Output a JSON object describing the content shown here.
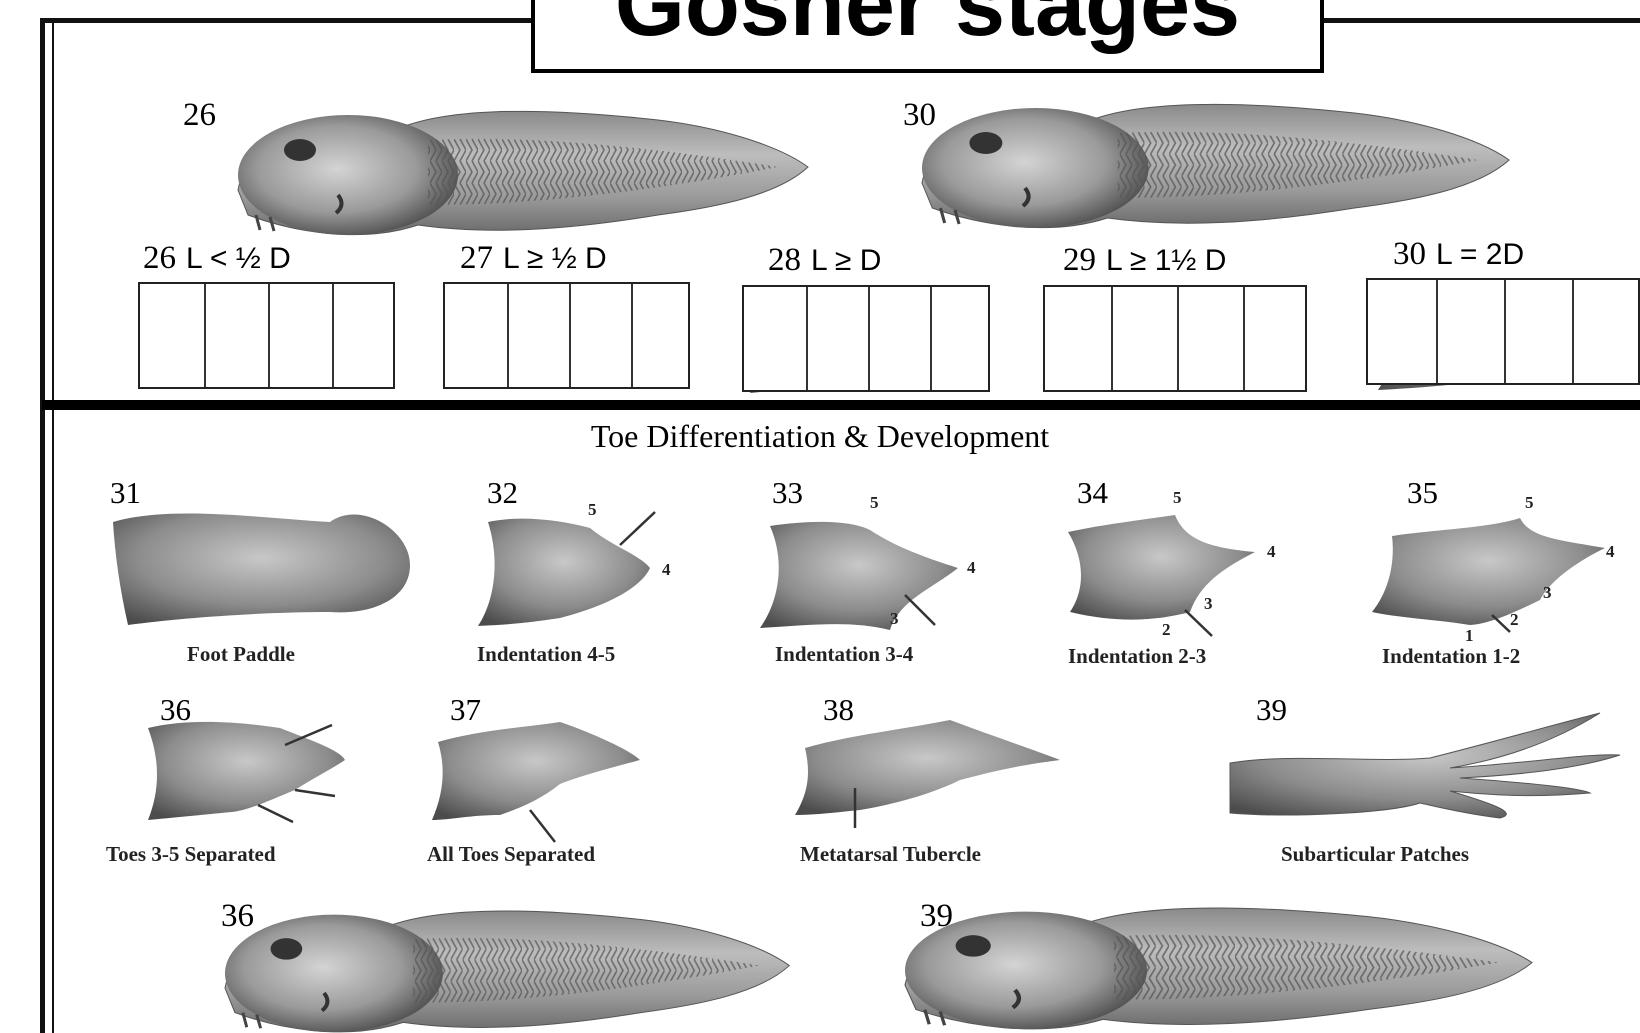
{
  "title": "Gosner stages",
  "top_tadpoles": [
    "26",
    "30"
  ],
  "limb_bud_stages": [
    {
      "stage": "26",
      "rule": "L < ½ D"
    },
    {
      "stage": "27",
      "rule": "L ≥ ½ D"
    },
    {
      "stage": "28",
      "rule": "L ≥ D"
    },
    {
      "stage": "29",
      "rule": "L ≥ 1½ D"
    },
    {
      "stage": "30",
      "rule": "L = 2D"
    }
  ],
  "toe_section_title": "Toe Differentiation & Development",
  "toe_stages_row1": [
    {
      "stage": "31",
      "caption": "Foot Paddle"
    },
    {
      "stage": "32",
      "caption": "Indentation 4-5"
    },
    {
      "stage": "33",
      "caption": "Indentation 3-4"
    },
    {
      "stage": "34",
      "caption": "Indentation 2-3"
    },
    {
      "stage": "35",
      "caption": "Indentation 1-2"
    }
  ],
  "toe_stages_row2": [
    {
      "stage": "36",
      "caption": "Toes 3-5 Separated"
    },
    {
      "stage": "37",
      "caption": "All Toes Separated"
    },
    {
      "stage": "38",
      "caption": "Metatarsal Tubercle"
    },
    {
      "stage": "39",
      "caption": "Subarticular Patches"
    }
  ],
  "bottom_tadpoles": [
    "36",
    "39"
  ],
  "toe_numbers": {
    "s32": [
      "5",
      "4"
    ],
    "s33": [
      "5",
      "4",
      "3"
    ],
    "s34": [
      "5",
      "4",
      "3",
      "2"
    ],
    "s35": [
      "5",
      "4",
      "3",
      "2",
      "1"
    ]
  }
}
